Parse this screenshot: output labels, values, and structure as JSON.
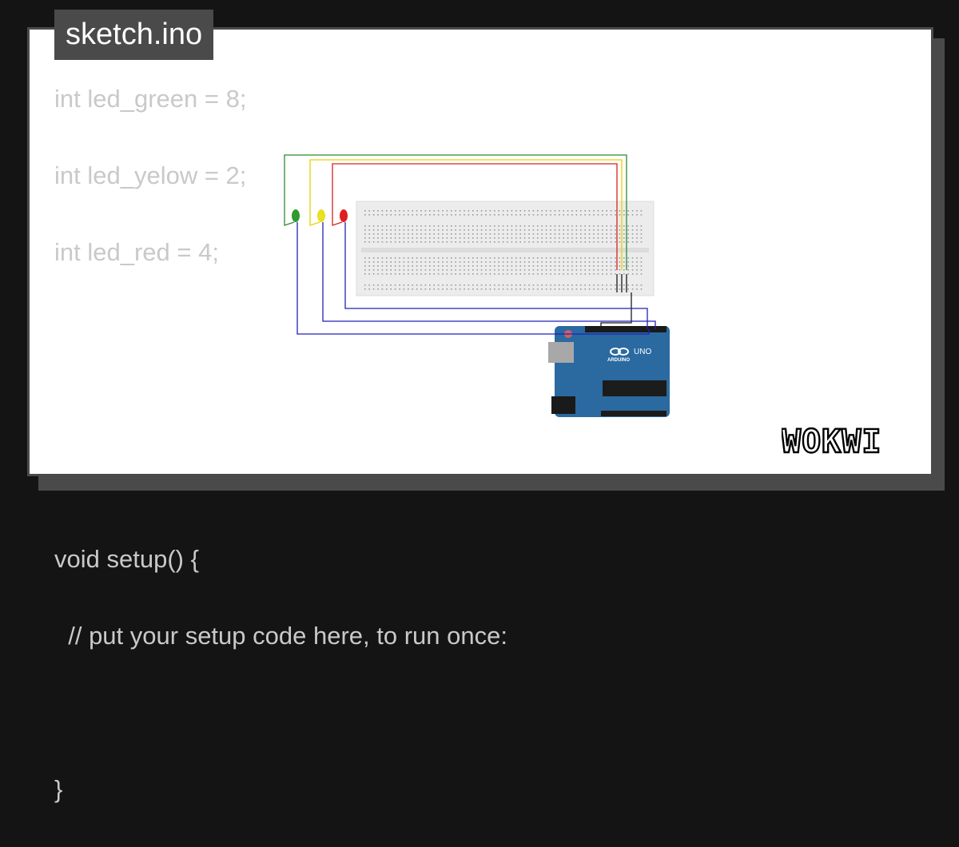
{
  "file_tab": {
    "label": "sketch.ino"
  },
  "code_lines": [
    "int led_green = 8;",
    "int led_yelow = 2;",
    "int led_red = 4;",
    "",
    "",
    "",
    "void setup() {",
    "  // put your setup code here, to run once:",
    "",
    "}"
  ],
  "brand": {
    "logo_text": "WOKWI"
  },
  "diagram": {
    "leds": [
      {
        "color": "#2e9a2e",
        "wire": "#2e8b2e"
      },
      {
        "color": "#e8e020",
        "wire": "#e6d400"
      },
      {
        "color": "#e02020",
        "wire": "#dd2020"
      }
    ],
    "board": {
      "label": "UNO",
      "brand": "ARDUINO",
      "color": "#2a6aa0"
    },
    "ground_wire": "#1a1a1a",
    "signal_wire": "#2222bb"
  },
  "colors": {
    "background": "#141414",
    "card": "#ffffff",
    "frame": "#4a4a4a",
    "code_text": "#c9c9c9"
  }
}
